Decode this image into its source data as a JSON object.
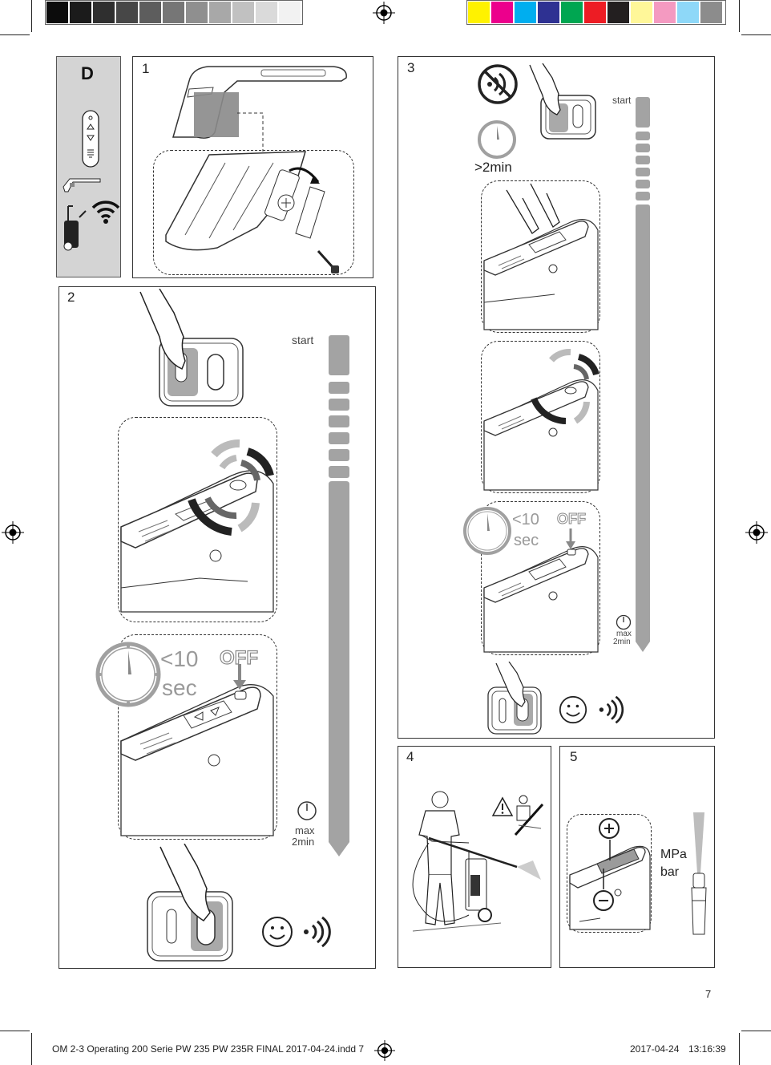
{
  "color_bar": {
    "grays": [
      "#0c0c0c",
      "#1b1b1b",
      "#2f2f2f",
      "#474747",
      "#5d5d5d",
      "#767676",
      "#8f8f8f",
      "#a8a8a8",
      "#c1c1c1",
      "#dadada",
      "#f2f2f2"
    ],
    "colors": [
      "#fff200",
      "#ec008c",
      "#00aeef",
      "#2e3192",
      "#00a651",
      "#ed1c24",
      "#231f20",
      "#fff799",
      "#f49ac1",
      "#8ed8f8",
      "#8c8c8c"
    ]
  },
  "sidebar": {
    "label": "D"
  },
  "panels": {
    "p1": {
      "number": "1"
    },
    "p2": {
      "number": "2",
      "start": "start",
      "timer_value": "<10",
      "timer_unit": "sec",
      "off": "OFF",
      "max": "max",
      "max_time": "2min"
    },
    "p3": {
      "number": "3",
      "start": "start",
      "wait": ">2min",
      "timer_value": "<10",
      "timer_unit": "sec",
      "off": "OFF",
      "max": "max",
      "max_time": "2min"
    },
    "p4": {
      "number": "4"
    },
    "p5": {
      "number": "5",
      "unit1": "MPa",
      "unit2": "bar"
    }
  },
  "page_number": "7",
  "footer": {
    "file": "OM 2-3 Operating 200 Serie PW 235 PW 235R  FINAL 2017-04-24.indd   7",
    "date": "2017-04-24",
    "time": "13:16:39"
  }
}
